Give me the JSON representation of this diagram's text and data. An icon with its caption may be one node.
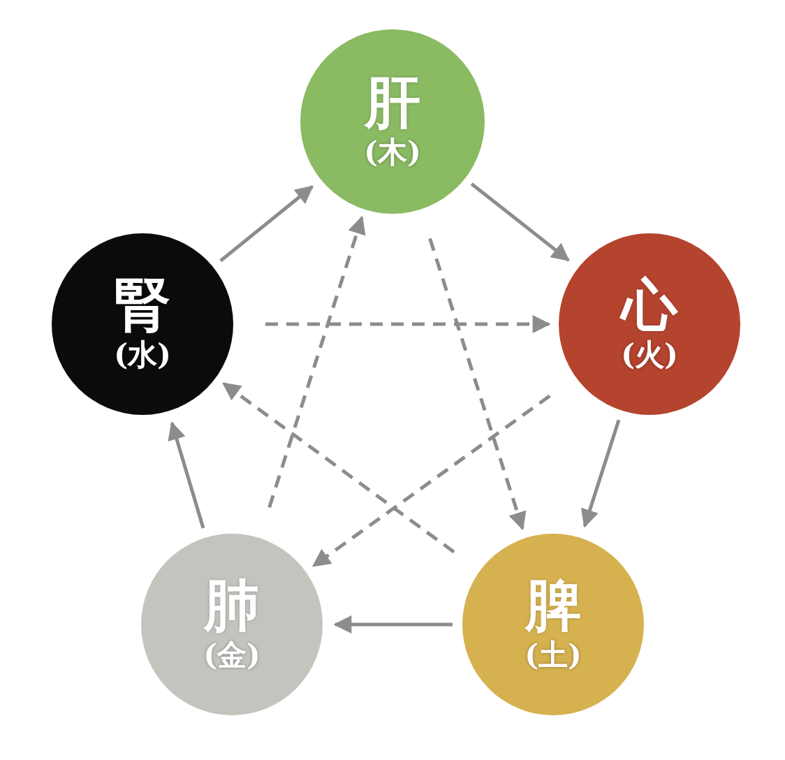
{
  "diagram": {
    "nodes": [
      {
        "text": [
          "肝",
          "(木)"
        ]
      },
      {
        "text": [
          "心",
          "(火)"
        ]
      },
      {
        "text": [
          "脾",
          "(土)"
        ]
      },
      {
        "text": [
          "肺",
          "(金)"
        ]
      },
      {
        "text": [
          "腎",
          "(水)"
        ]
      }
    ],
    "edges": [
      {
        "from": 4,
        "to": 0,
        "arrow": "to"
      },
      {
        "from": 0,
        "to": 1,
        "arrow": "to"
      },
      {
        "from": 1,
        "to": 2,
        "arrow": "to"
      },
      {
        "from": 2,
        "to": 3,
        "arrow": "to"
      },
      {
        "from": 3,
        "to": 4,
        "arrow": "to"
      },
      {
        "from": 0,
        "to": 2,
        "arrow": "to",
        "style": "dashed"
      },
      {
        "from": 2,
        "to": 4,
        "arrow": "to",
        "style": "dashed"
      },
      {
        "from": 4,
        "to": 1,
        "arrow": "to",
        "style": "dashed"
      },
      {
        "from": 1,
        "to": 3,
        "arrow": "to",
        "style": "dashed"
      },
      {
        "from": 3,
        "to": 0,
        "arrow": "to",
        "style": "dashed"
      }
    ]
  }
}
